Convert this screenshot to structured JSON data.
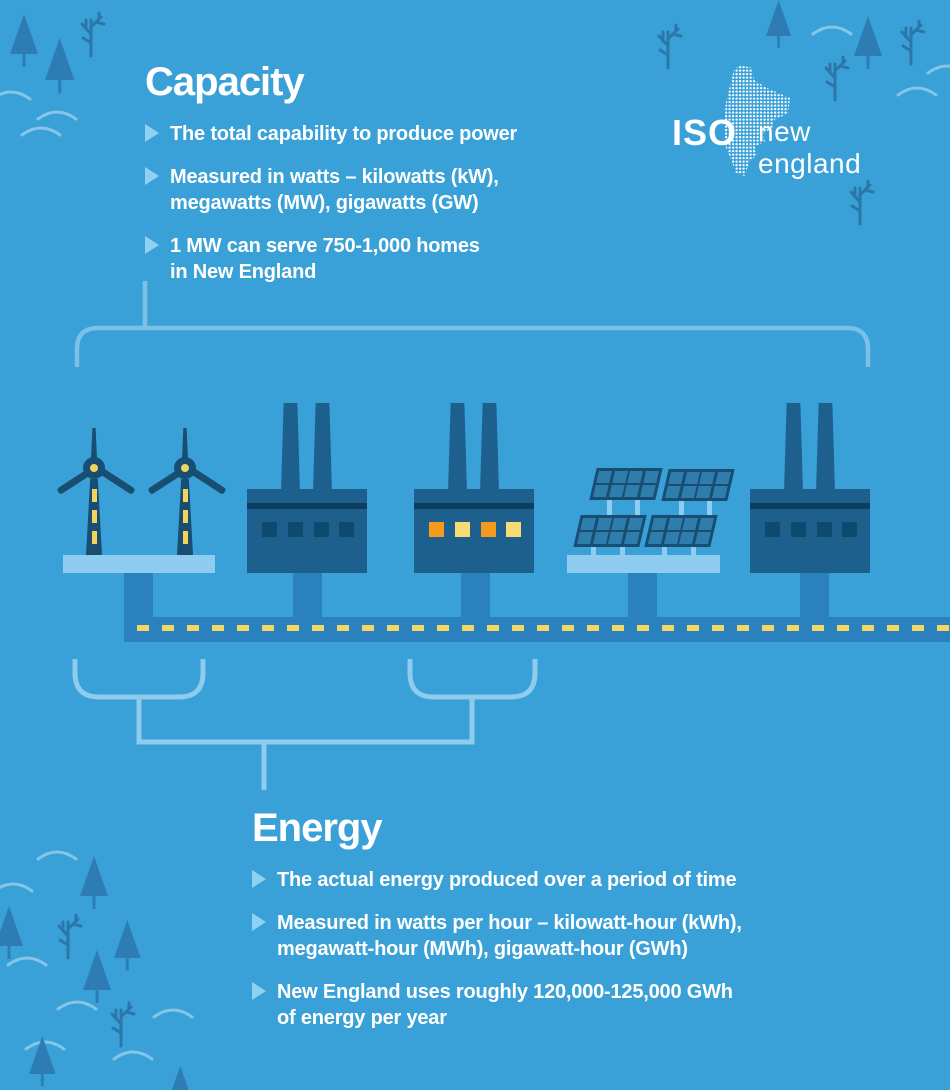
{
  "colors": {
    "bg": "#39a1d8",
    "white": "#ffffff",
    "tri": "#8ed2f2",
    "bracket_top": "#7cc0e6",
    "bracket_bottom": "#8fcbec",
    "navy": "#174e72",
    "factory": "#1d608e",
    "stripe": "#0d3e60",
    "win_dark": "#0e4a6e",
    "win_orange": "#f69a1e",
    "win_yellow": "#f6dc72",
    "road": "#2b81be",
    "dash": "#f2d863",
    "platform": "#8ecdf0",
    "cell": "#2e7dad",
    "pine": "#2d7db4",
    "bare": "#2b77aa",
    "arc": "#85c6e8",
    "turbine_light": "#f2d45c"
  },
  "logo": {
    "iso": "ISO",
    "region": "new england",
    "map_icon": "new-england-dotted-map"
  },
  "capacity": {
    "title": "Capacity",
    "bullets": [
      {
        "lines": [
          "The total capability to produce power",
          ""
        ]
      },
      {
        "lines": [
          "Measured in watts – kilowatts (kW),",
          "megawatts (MW), gigawatts (GW)"
        ]
      },
      {
        "lines": [
          "1 MW can serve 750-1,000 homes",
          "in New England"
        ]
      }
    ]
  },
  "energy": {
    "title": "Energy",
    "bullets": [
      {
        "lines": [
          "The actual energy produced over a period of time",
          ""
        ]
      },
      {
        "lines": [
          "Measured in watts per hour – kilowatt-hour (kWh),",
          "megawatt-hour (MWh), gigawatt-hour (GWh)"
        ]
      },
      {
        "lines": [
          "New England uses roughly 120,000-125,000 GWh",
          "of energy per year"
        ]
      }
    ]
  },
  "scene": {
    "generators": [
      {
        "type": "offshore-wind-turbines"
      },
      {
        "type": "power-plant"
      },
      {
        "type": "power-plant-lit-windows"
      },
      {
        "type": "solar-array"
      },
      {
        "type": "power-plant"
      }
    ],
    "transmission": "dashed-yellow-road"
  }
}
